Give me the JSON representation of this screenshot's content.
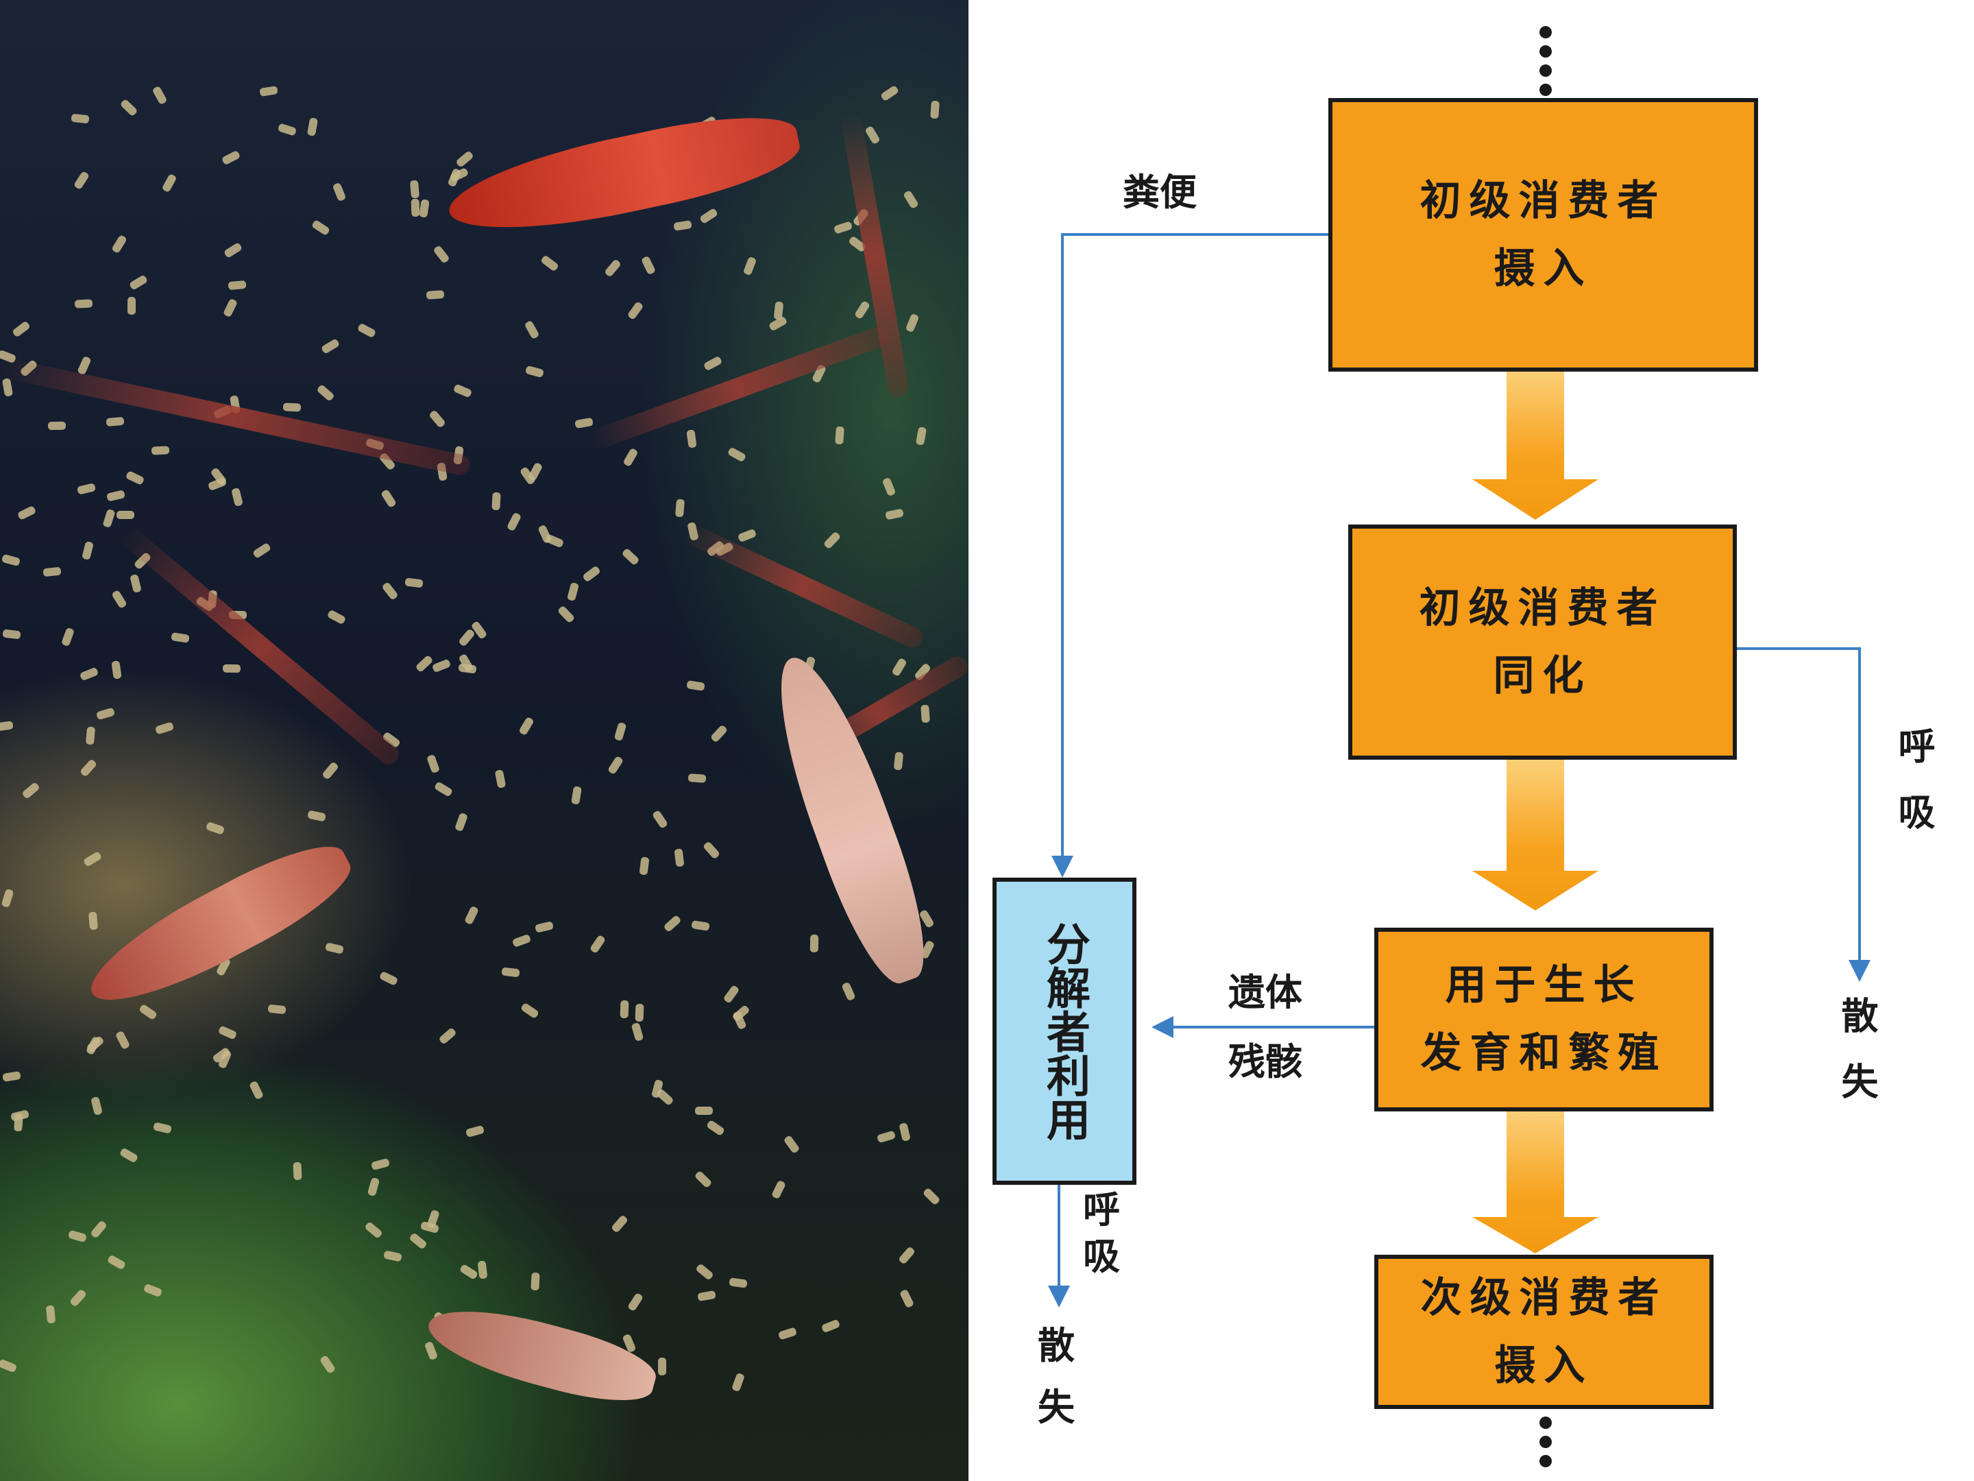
{
  "boxes": {
    "primary_intake": {
      "line1": "初级消费者",
      "line2": "摄入"
    },
    "primary_assim": {
      "line1": "初级消费者",
      "line2": "同化"
    },
    "growth": {
      "line1": "用于生长",
      "line2": "发育和繁殖"
    },
    "secondary_intake": {
      "line1": "次级消费者",
      "line2": "摄入"
    },
    "decomposer": {
      "text": "分解者利用"
    }
  },
  "labels": {
    "feces": "粪便",
    "remains_1": "遗体",
    "remains_2": "残骸",
    "respiration_right": "呼吸",
    "dissipate_right": "散失",
    "respiration_left_1": "呼",
    "respiration_left_2": "吸",
    "dissipate_left_1": "散",
    "dissipate_left_2": "失"
  },
  "colors": {
    "box_fill": "#f59c1b",
    "decomposer_fill": "#a8dcf2",
    "arrow_orange": "#f7a21d",
    "line_blue": "#3d7fc4"
  }
}
